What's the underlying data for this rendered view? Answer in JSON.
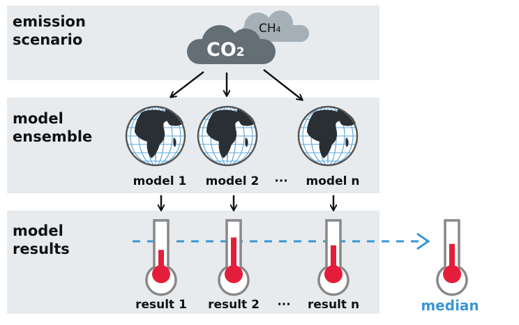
{
  "rows": [
    {
      "label": "emission\nscenario"
    },
    {
      "label": "model\nensemble"
    },
    {
      "label": "model\nresults"
    }
  ],
  "clouds": {
    "co2": "CO",
    "co2_sub": "2",
    "ch4": "CH",
    "ch4_sub": "4"
  },
  "models": [
    "model 1",
    "model 2",
    "model n"
  ],
  "results": [
    {
      "label": "result 1",
      "level": 0.45
    },
    {
      "label": "result 2",
      "level": 0.72
    },
    {
      "label": "result n",
      "level": 0.55
    }
  ],
  "ellipsis": "···",
  "median": {
    "label": "median",
    "level": 0.58
  },
  "colors": {
    "panel": "#e8ebee",
    "median": "#3a96d4",
    "mercury": "#e41e3a",
    "co2_cloud": "#636e75",
    "ch4_cloud": "#a5afb6"
  }
}
